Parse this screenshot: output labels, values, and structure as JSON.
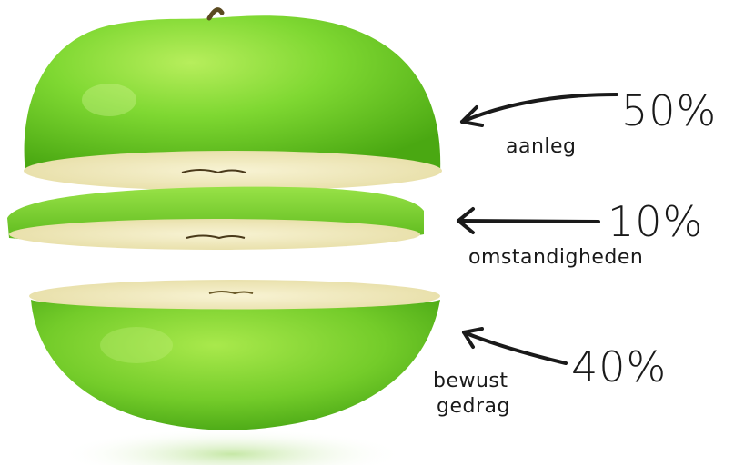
{
  "segments": [
    {
      "percent": "50%",
      "label_lines": [
        "aanleg"
      ]
    },
    {
      "percent": "10%",
      "label_lines": [
        "omstandigheden"
      ]
    },
    {
      "percent": "40%",
      "label_lines": [
        "bewust",
        "gedrag"
      ]
    }
  ],
  "colors": {
    "apple_skin": "#74d12c",
    "apple_skin_dark": "#4fae16",
    "apple_flesh": "#f3edc4",
    "ink": "#1a1a1a"
  }
}
